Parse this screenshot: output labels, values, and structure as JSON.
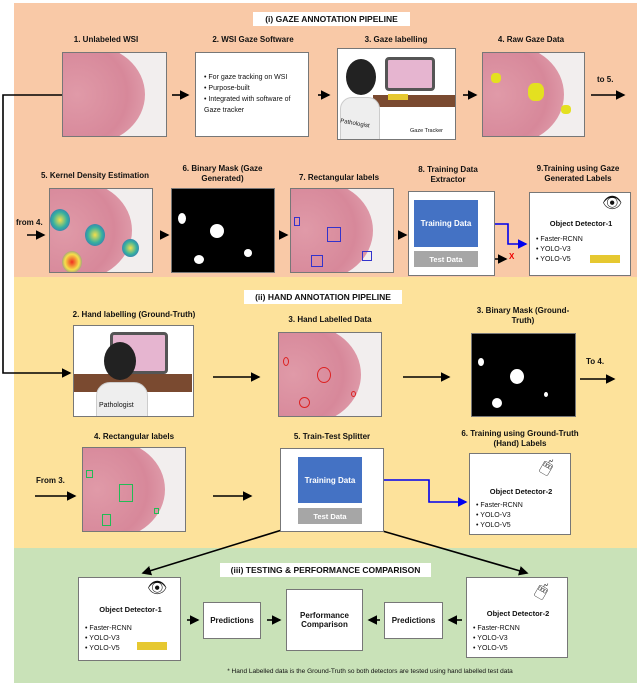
{
  "gaze_pipeline": {
    "title": "(i) GAZE ANNOTATION PIPELINE",
    "step1": "1. Unlabeled WSI",
    "step2": "2. WSI Gaze Software",
    "step2_bullets": [
      "For gaze tracking on WSI",
      "Purpose-built",
      "Integrated with software of Gaze tracker"
    ],
    "step3": "3. Gaze labelling",
    "step3_person": "Pathologist",
    "step3_tracker": "Gaze Tracker",
    "step4": "4. Raw Gaze Data",
    "to5": "to 5.",
    "from4": "from 4.",
    "step5": "5. Kernel Density Estimation",
    "step6": "6. Binary Mask (Gaze Generated)",
    "step7": "7. Rectangular labels",
    "step8": "8. Training Data Extractor",
    "training_data": "Training Data",
    "test_data": "Test Data",
    "reject_mark": "X",
    "step9": "9.Training using Gaze Generated Labels",
    "detector": "Object Detector-1",
    "models": [
      "Faster-RCNN",
      "YOLO-V3",
      "YOLO-V5"
    ]
  },
  "hand_pipeline": {
    "title": "(ii) HAND ANNOTATION PIPELINE",
    "step2": "2. Hand labelling (Ground-Truth)",
    "step2_person": "Pathologist",
    "step3a": "3. Hand Labelled Data",
    "step3b": "3. Binary Mask (Ground-Truth)",
    "to4": "To 4.",
    "from3": "From 3.",
    "step4": "4. Rectangular labels",
    "step5": "5. Train-Test Splitter",
    "training_data": "Training Data",
    "test_data": "Test Data",
    "step6": "6. Training using Ground-Truth (Hand) Labels",
    "detector": "Object Detector-2",
    "models": [
      "Faster-RCNN",
      "YOLO-V3",
      "YOLO-V5"
    ]
  },
  "testing": {
    "title": "(iii) TESTING & PERFORMANCE COMPARISON",
    "detector1": "Object Detector-1",
    "detector2": "Object Detector-2",
    "models": [
      "Faster-RCNN",
      "YOLO-V3",
      "YOLO-V5"
    ],
    "predictions": "Predictions",
    "comparison": "Performance Comparison",
    "footnote": "* Hand Labelled data is the Ground-Truth so both detectors are tested using hand labelled test data"
  },
  "colors": {
    "gaze_panel": "#f9c9a7",
    "hand_panel": "#fde29b",
    "testing_panel": "#c9e2b8",
    "training": "#4472c4",
    "test": "#a6a6a6",
    "arrow_blue": "#0000ee"
  }
}
